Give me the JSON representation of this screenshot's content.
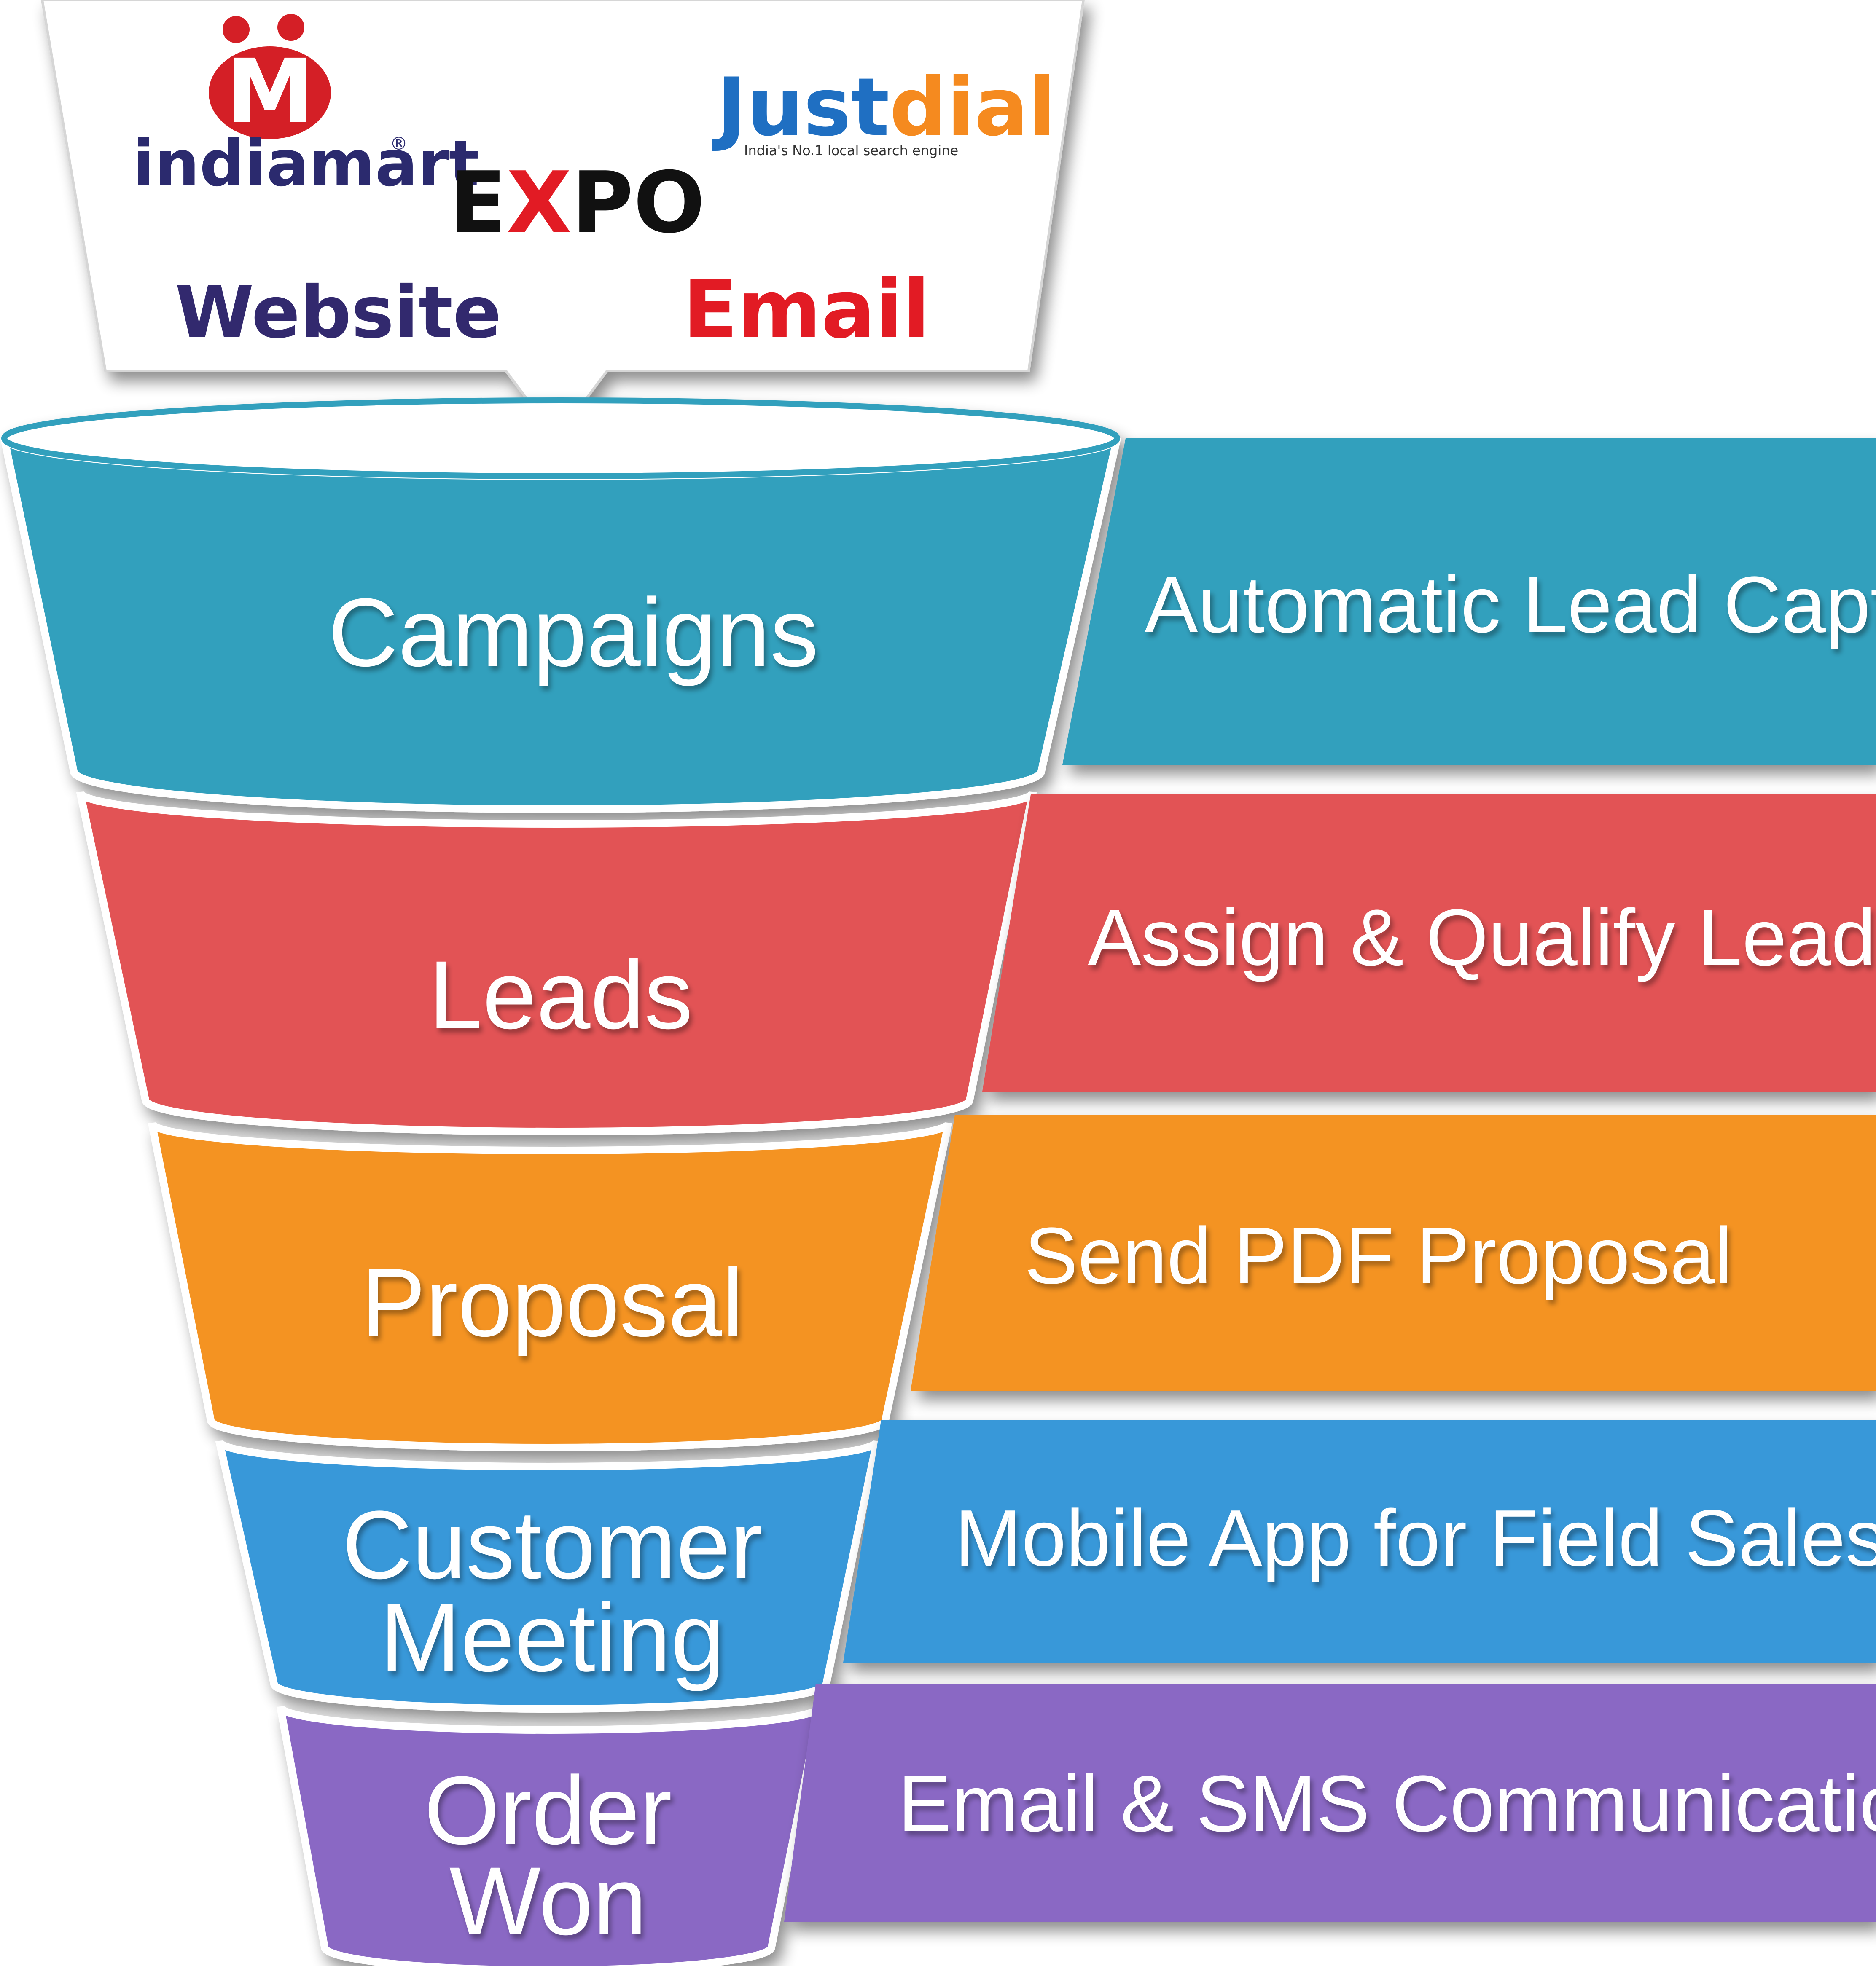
{
  "sources": {
    "indiamart": {
      "name": "indiamart",
      "mark": "M",
      "registered": "®"
    },
    "justdial": {
      "just": "Just",
      "dial": "dial",
      "tagline": "India's No.1 local search engine"
    },
    "expo": {
      "ex": "E",
      "x": "X",
      "po": "PO"
    },
    "website": "Website",
    "email": "Email"
  },
  "stages": [
    {
      "lines": [
        "Campaigns"
      ],
      "feature": "Automatic Lead Capture",
      "color": "#32a0bd"
    },
    {
      "lines": [
        "Leads"
      ],
      "feature": "Assign & Qualify Leads",
      "color": "#e25354"
    },
    {
      "lines": [
        "Proposal"
      ],
      "feature": "Send PDF Proposal",
      "color": "#f49324"
    },
    {
      "lines": [
        "Customer",
        "Meeting"
      ],
      "feature": "Mobile App for Field Sales",
      "color": "#3898d9"
    },
    {
      "lines": [
        "Order",
        "Won"
      ],
      "feature": "Email & SMS Communications",
      "color": "#8a68c4"
    }
  ],
  "colors": {
    "indiamart_red": "#d41f26",
    "indiamart_navy": "#2b2a6e",
    "justdial_blue": "#1f6fc2",
    "justdial_orange": "#f58a1f",
    "website_purple": "#32296e",
    "email_red": "#e21b24",
    "expo_black": "#111111",
    "expo_red": "#e21b24"
  }
}
